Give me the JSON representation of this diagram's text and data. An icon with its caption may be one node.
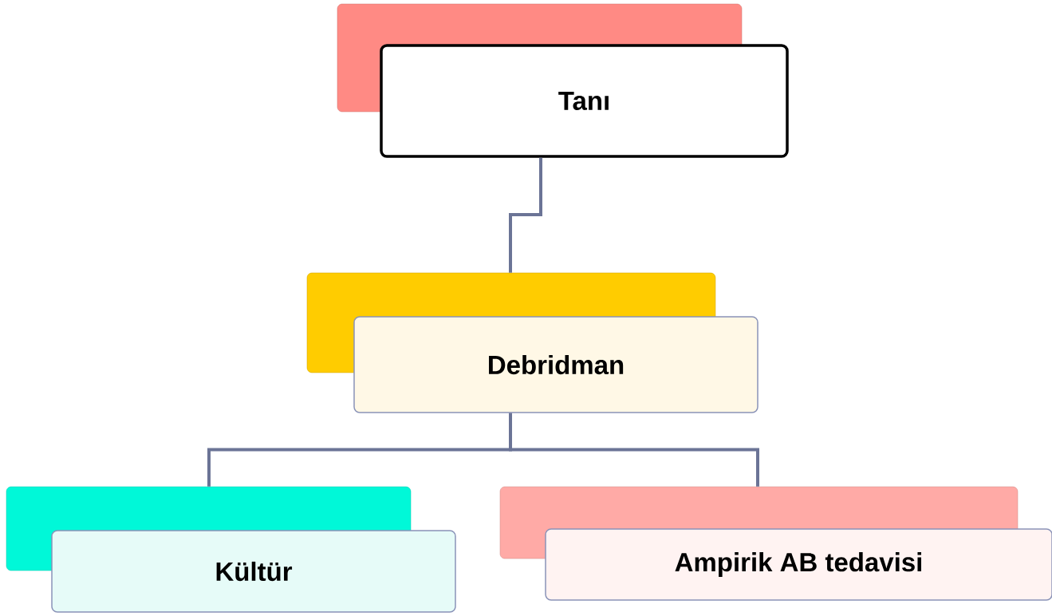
{
  "diagram": {
    "nodes": [
      {
        "text": [
          "Tanı"
        ]
      },
      {
        "text": [
          "Debridman"
        ]
      },
      {
        "text": [
          "Kültür"
        ]
      },
      {
        "text": [
          "Ampirik AB tedavisi"
        ]
      }
    ],
    "edges": [
      {
        "from": 0,
        "to": 1,
        "arrow": "none"
      },
      {
        "from": 1,
        "to": 2,
        "arrow": "none"
      },
      {
        "from": 1,
        "to": 3,
        "arrow": "none"
      }
    ]
  }
}
